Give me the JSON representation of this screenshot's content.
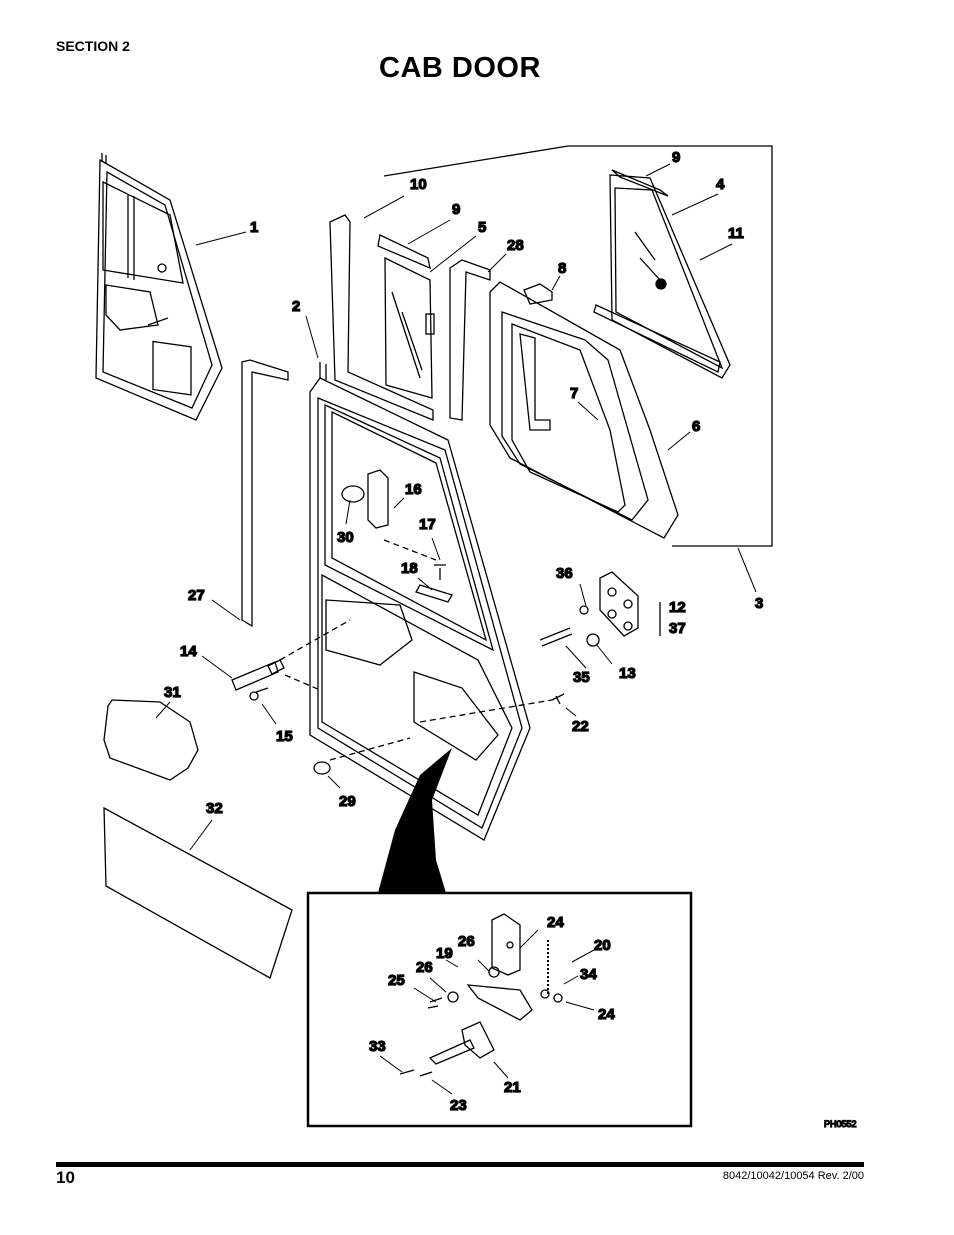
{
  "header": {
    "section": "SECTION 2",
    "title": "CAB DOOR"
  },
  "diagram": {
    "labels": {
      "l1": "1",
      "l2": "2",
      "l3": "3",
      "l4": "4",
      "l5": "5",
      "l6": "6",
      "l7": "7",
      "l8": "8",
      "l9a": "9",
      "l9b": "9",
      "l10": "10",
      "l11": "11",
      "l12": "12",
      "l13": "13",
      "l14": "14",
      "l15": "15",
      "l16": "16",
      "l17": "17",
      "l18": "18",
      "l19": "19",
      "l20": "20",
      "l21": "21",
      "l22": "22",
      "l23": "23",
      "l24a": "24",
      "l24b": "24",
      "l25": "25",
      "l26a": "26",
      "l26b": "26",
      "l27": "27",
      "l28": "28",
      "l29": "29",
      "l30": "30",
      "l31": "31",
      "l32": "32",
      "l33": "33",
      "l34": "34",
      "l35": "35",
      "l36": "36",
      "l37": "37"
    },
    "figure_code": "PH0552"
  },
  "footer": {
    "page_number": "10",
    "doc_ref": "8042/10042/10054 Rev. 2/00"
  }
}
